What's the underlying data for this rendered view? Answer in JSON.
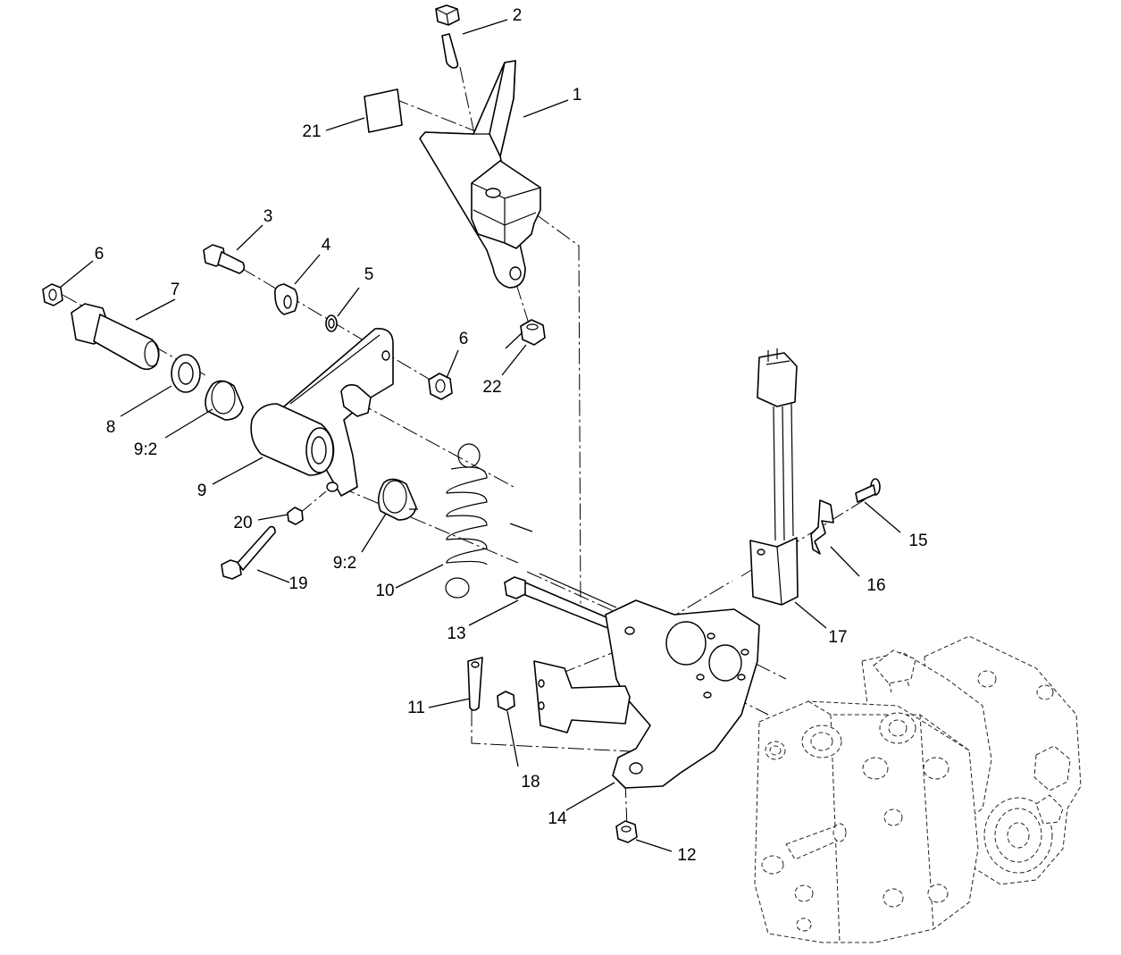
{
  "diagram": {
    "callouts": [
      {
        "id": "c1",
        "label": "1"
      },
      {
        "id": "c2",
        "label": "2"
      },
      {
        "id": "c3",
        "label": "3"
      },
      {
        "id": "c4",
        "label": "4"
      },
      {
        "id": "c5",
        "label": "5"
      },
      {
        "id": "c6a",
        "label": "6"
      },
      {
        "id": "c6b",
        "label": "6"
      },
      {
        "id": "c7",
        "label": "7"
      },
      {
        "id": "c8",
        "label": "8"
      },
      {
        "id": "c9",
        "label": "9"
      },
      {
        "id": "c92a",
        "label": "9:2"
      },
      {
        "id": "c92b",
        "label": "9:2"
      },
      {
        "id": "c10",
        "label": "10"
      },
      {
        "id": "c11",
        "label": "11"
      },
      {
        "id": "c12",
        "label": "12"
      },
      {
        "id": "c13",
        "label": "13"
      },
      {
        "id": "c14",
        "label": "14"
      },
      {
        "id": "c15",
        "label": "15"
      },
      {
        "id": "c16",
        "label": "16"
      },
      {
        "id": "c17",
        "label": "17"
      },
      {
        "id": "c18",
        "label": "18"
      },
      {
        "id": "c19",
        "label": "19"
      },
      {
        "id": "c20",
        "label": "20"
      },
      {
        "id": "c21",
        "label": "21"
      },
      {
        "id": "c22",
        "label": "22"
      }
    ]
  }
}
